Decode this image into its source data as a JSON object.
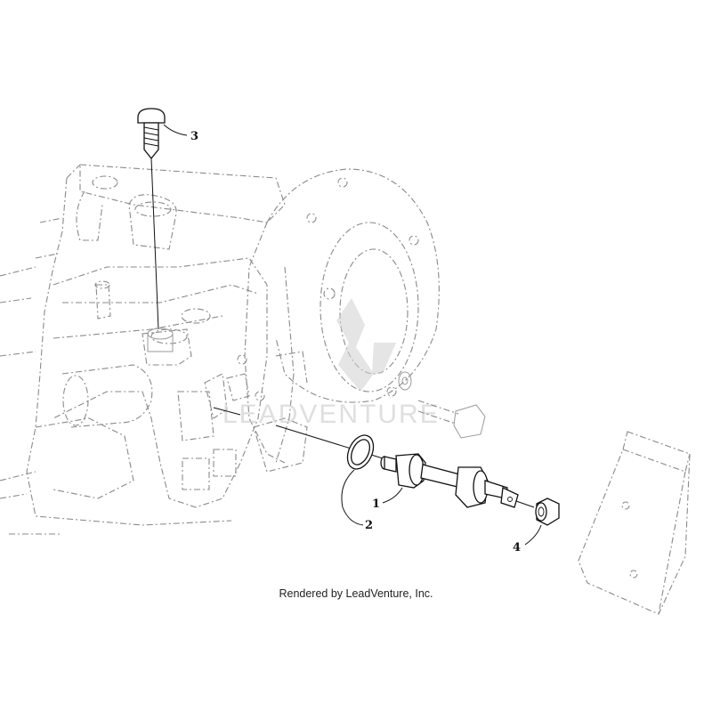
{
  "credit": "Rendered by LeadVenture, Inc.",
  "watermark": "LEADVENTURE",
  "callouts": [
    "1",
    "2",
    "3",
    "4"
  ]
}
